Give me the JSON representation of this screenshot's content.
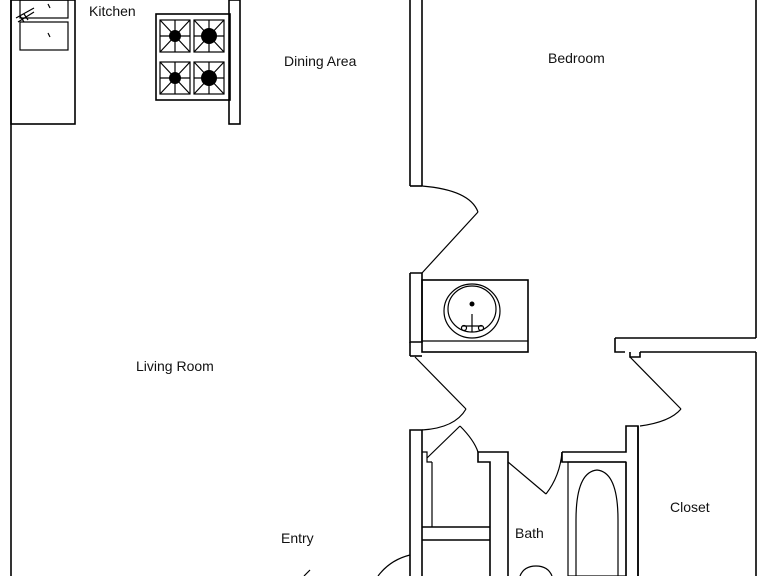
{
  "floor_plan": {
    "rooms": {
      "kitchen": "Kitchen",
      "dining_area": "Dining Area",
      "bedroom": "Bedroom",
      "living_room": "Living Room",
      "entry": "Entry",
      "bath": "Bath",
      "closet": "Closet"
    },
    "colors": {
      "line": "#000000",
      "background": "#ffffff",
      "text": "#111111"
    }
  }
}
